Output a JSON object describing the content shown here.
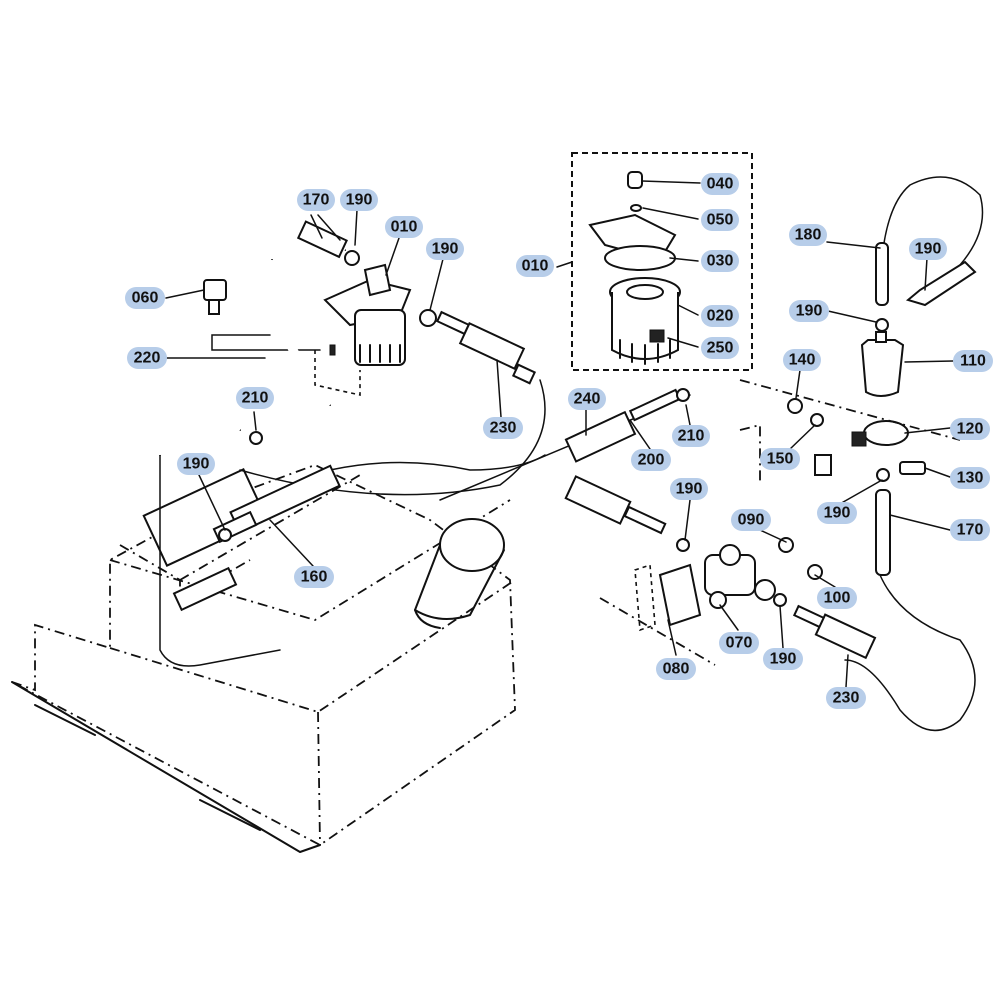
{
  "colors": {
    "label_highlight": "#b7cde9",
    "line": "#111111",
    "background": "#ffffff"
  },
  "callouts": [
    {
      "id": "c-040",
      "text": "040"
    },
    {
      "id": "c-050",
      "text": "050"
    },
    {
      "id": "c-030",
      "text": "030"
    },
    {
      "id": "c-020",
      "text": "020"
    },
    {
      "id": "c-250",
      "text": "250"
    },
    {
      "id": "c-010-box",
      "text": "010"
    },
    {
      "id": "c-170-top",
      "text": "170"
    },
    {
      "id": "c-190-top",
      "text": "190"
    },
    {
      "id": "c-010-top",
      "text": "010"
    },
    {
      "id": "c-190-mid",
      "text": "190"
    },
    {
      "id": "c-060",
      "text": "060"
    },
    {
      "id": "c-220",
      "text": "220"
    },
    {
      "id": "c-230-top",
      "text": "230"
    },
    {
      "id": "c-210-left",
      "text": "210"
    },
    {
      "id": "c-190-left",
      "text": "190"
    },
    {
      "id": "c-160",
      "text": "160"
    },
    {
      "id": "c-240",
      "text": "240"
    },
    {
      "id": "c-210-mid",
      "text": "210"
    },
    {
      "id": "c-200",
      "text": "200"
    },
    {
      "id": "c-180",
      "text": "180"
    },
    {
      "id": "c-190-right-top",
      "text": "190"
    },
    {
      "id": "c-190-right-mid",
      "text": "190"
    },
    {
      "id": "c-110",
      "text": "110"
    },
    {
      "id": "c-140",
      "text": "140"
    },
    {
      "id": "c-120",
      "text": "120"
    },
    {
      "id": "c-150",
      "text": "150"
    },
    {
      "id": "c-130",
      "text": "130"
    },
    {
      "id": "c-190-right-low",
      "text": "190"
    },
    {
      "id": "c-170-right",
      "text": "170"
    },
    {
      "id": "c-190-pump",
      "text": "190"
    },
    {
      "id": "c-090",
      "text": "090"
    },
    {
      "id": "c-100",
      "text": "100"
    },
    {
      "id": "c-070",
      "text": "070"
    },
    {
      "id": "c-080",
      "text": "080"
    },
    {
      "id": "c-190-bottom",
      "text": "190"
    },
    {
      "id": "c-230-bottom",
      "text": "230"
    }
  ]
}
